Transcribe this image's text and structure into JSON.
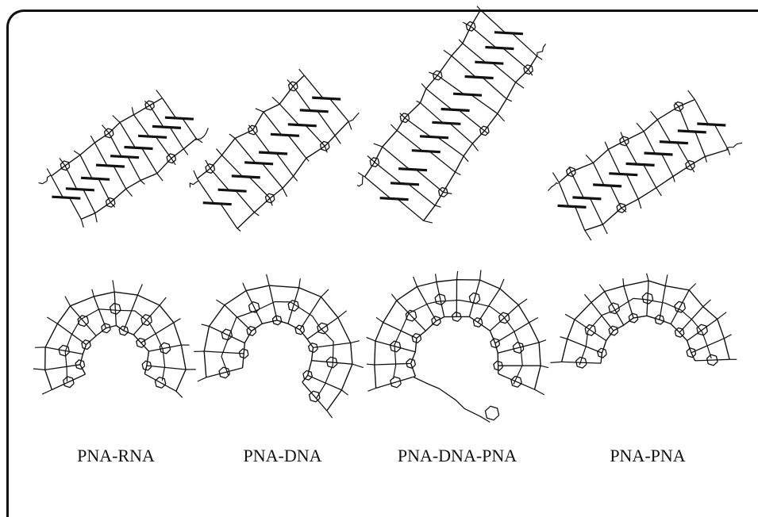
{
  "figure": {
    "labels": [
      "PNA-RNA",
      "PNA-DNA",
      "PNA-DNA-PNA",
      "PNA-PNA"
    ],
    "stroke_color": "#111111",
    "background": "#ffffff"
  }
}
